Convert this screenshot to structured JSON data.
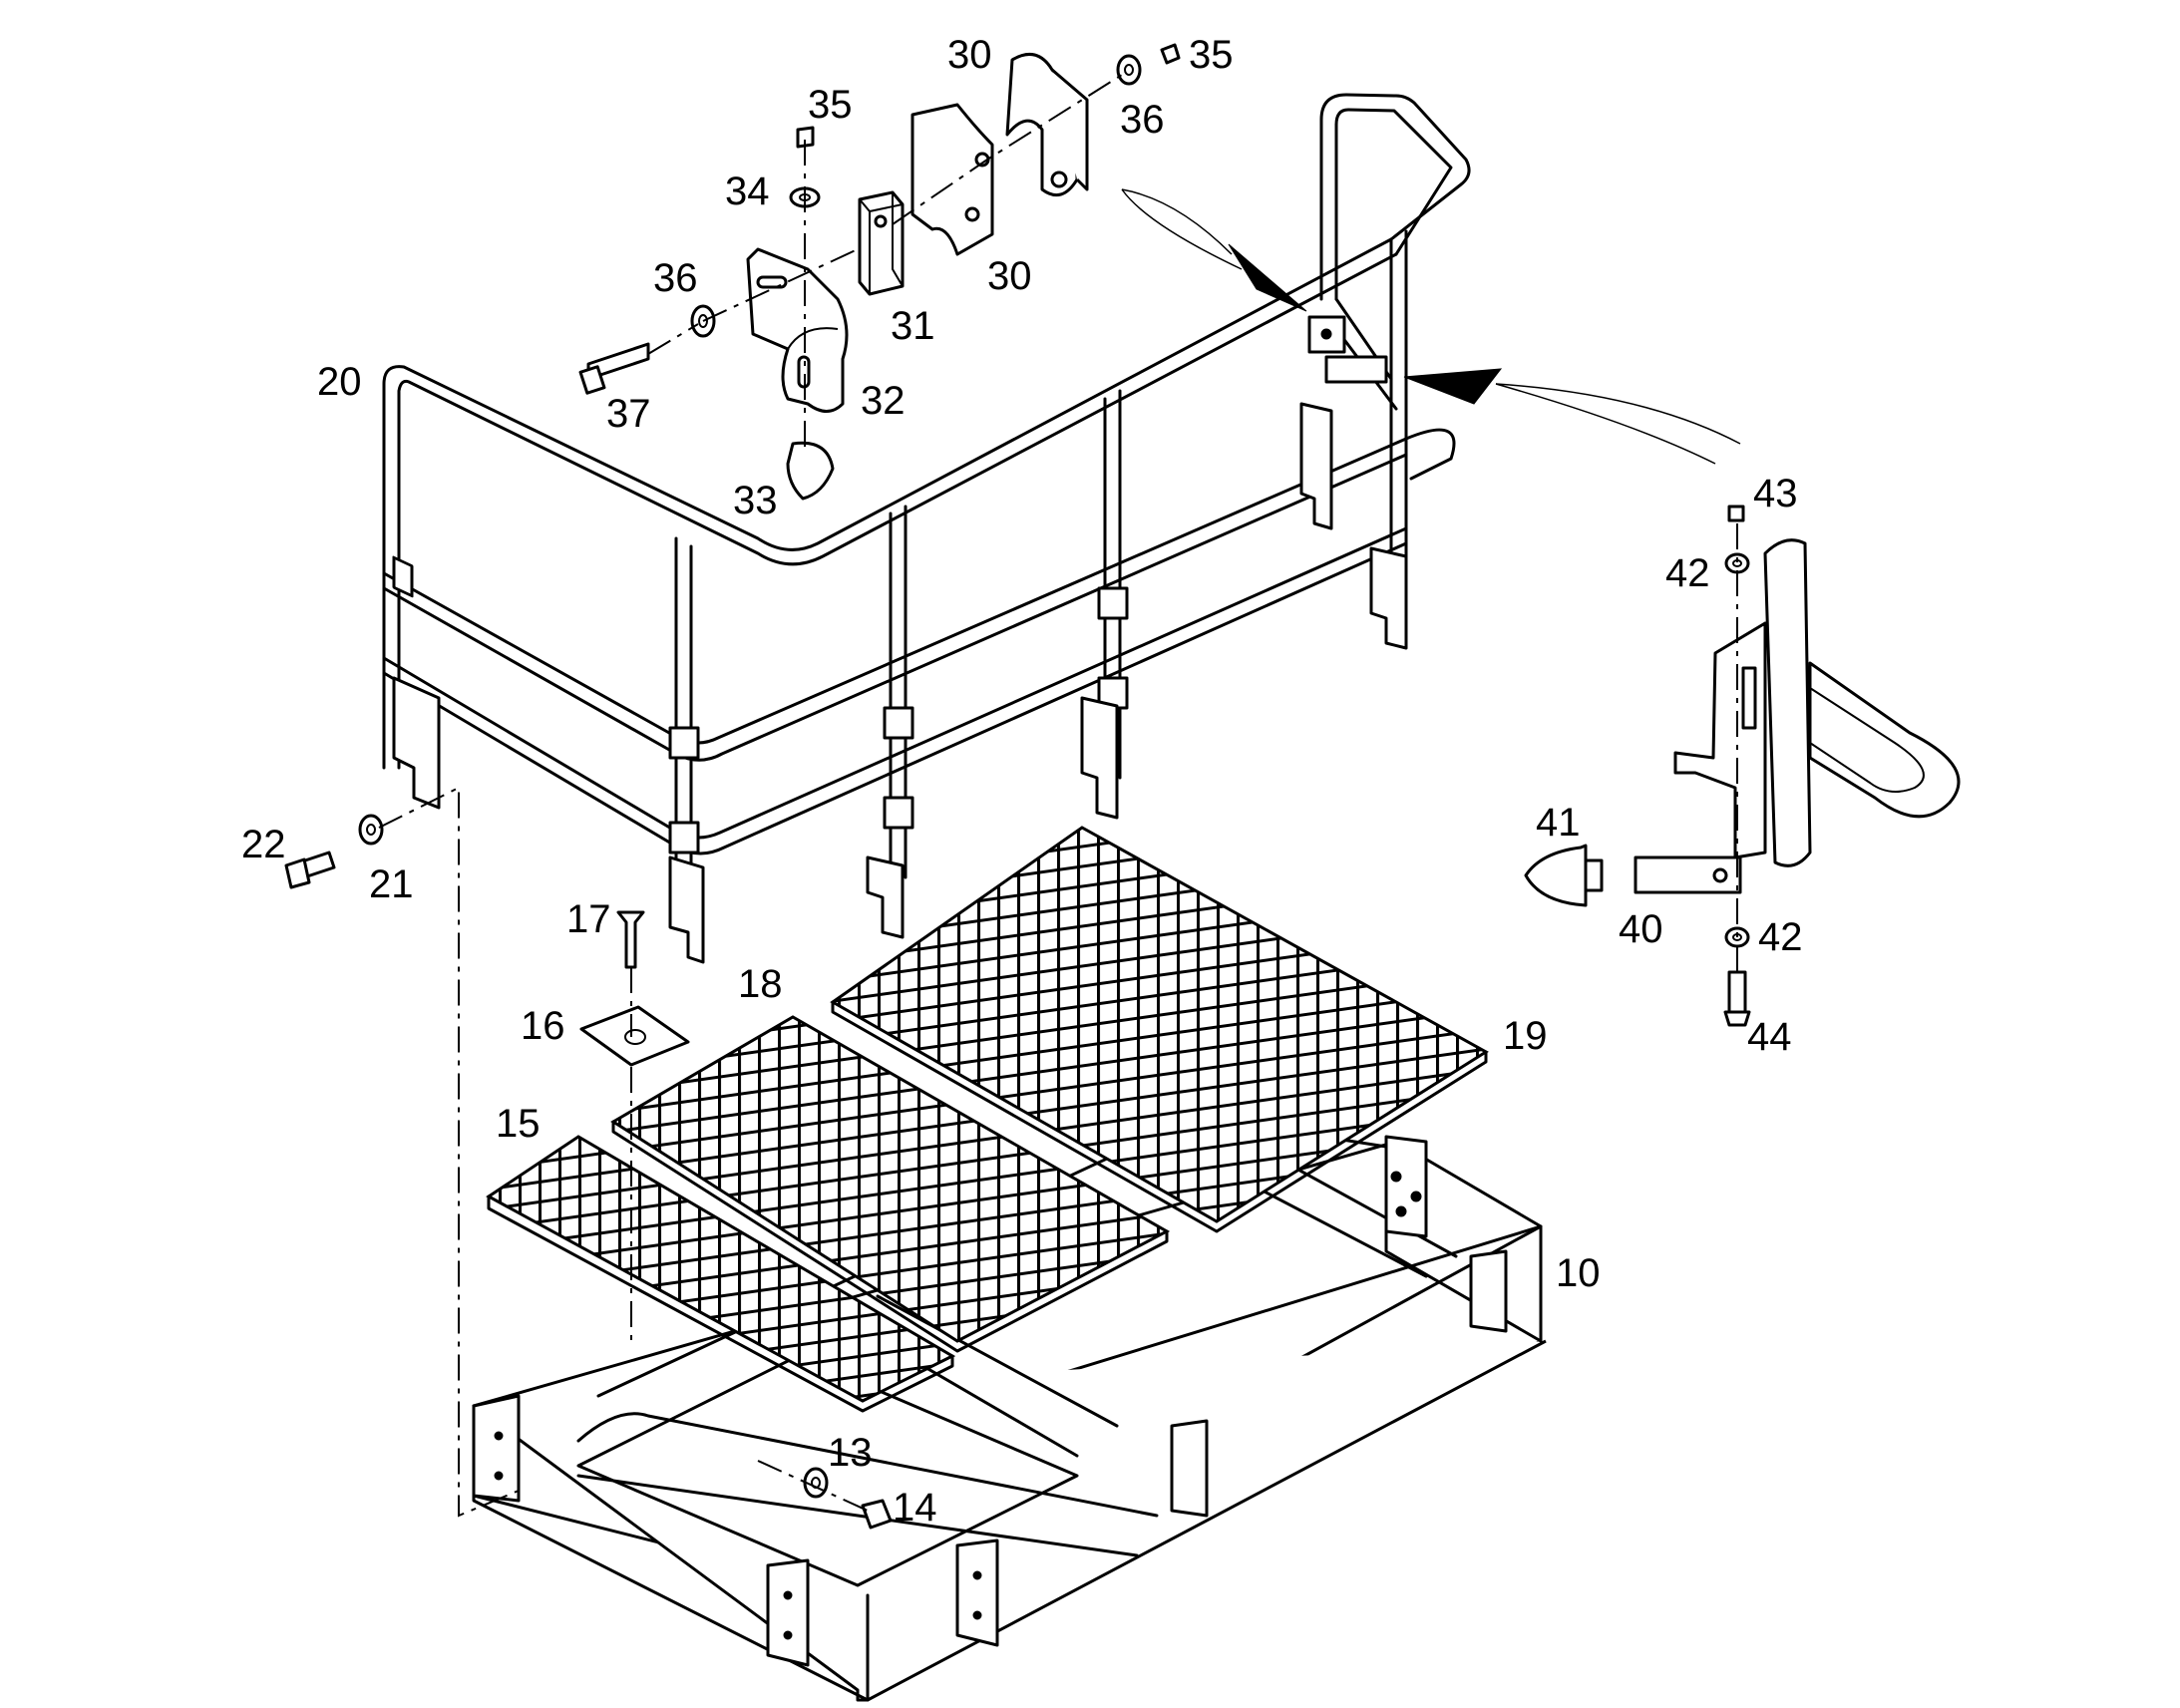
{
  "callouts": {
    "c10": "10",
    "c13": "13",
    "c14": "14",
    "c15": "15",
    "c16": "16",
    "c17": "17",
    "c18": "18",
    "c19": "19",
    "c20": "20",
    "c21": "21",
    "c22": "22",
    "c30a": "30",
    "c30b": "30",
    "c31": "31",
    "c32": "32",
    "c33": "33",
    "c34": "34",
    "c35a": "35",
    "c35b": "35",
    "c36a": "36",
    "c36b": "36",
    "c37": "37",
    "c40": "40",
    "c41": "41",
    "c42a": "42",
    "c42b": "42",
    "c43": "43",
    "c44": "44"
  },
  "colors": {
    "line": "#000000",
    "background": "#ffffff"
  }
}
